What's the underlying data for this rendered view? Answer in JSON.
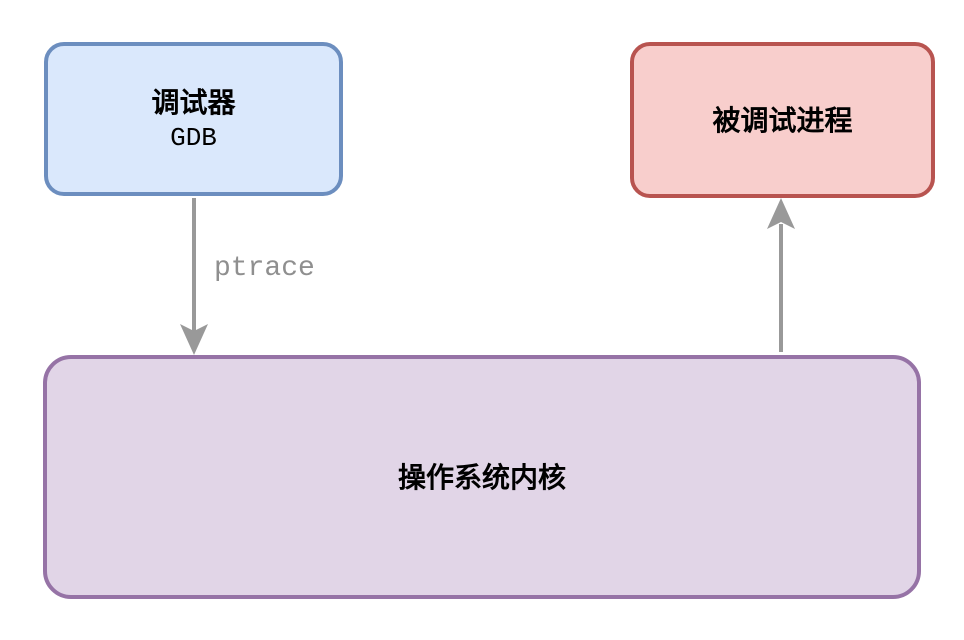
{
  "canvas": {
    "background": "#ffffff"
  },
  "nodes": {
    "debugger": {
      "title": "调试器",
      "subtitle": "GDB",
      "fill": "#dae8fc",
      "stroke": "#6c8ebf"
    },
    "debuggee": {
      "title": "被调试进程",
      "fill": "#f8cecc",
      "stroke": "#b85450"
    },
    "kernel": {
      "title": "操作系统内核",
      "fill": "#e1d5e7",
      "stroke": "#9673a6"
    }
  },
  "edges": {
    "ptrace": {
      "label": "ptrace",
      "from": "debugger",
      "to": "kernel",
      "color": "#999999",
      "label_color": "#8f8f8f"
    },
    "kernel_to_debuggee": {
      "from": "kernel",
      "to": "debuggee",
      "color": "#999999"
    }
  }
}
